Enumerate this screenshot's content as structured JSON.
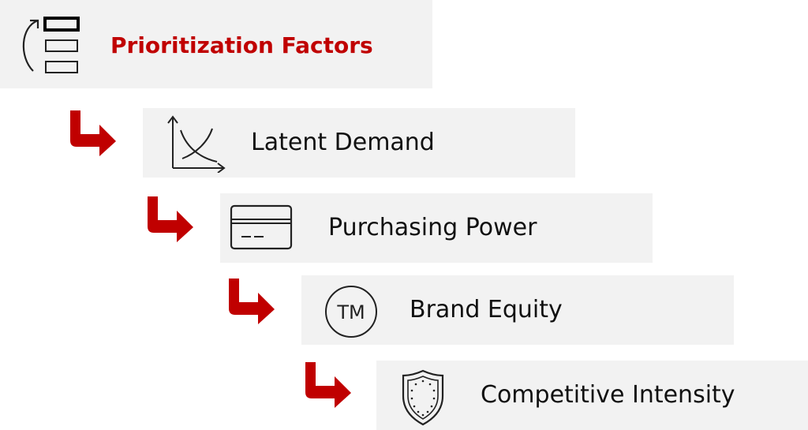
{
  "colors": {
    "accent": "#c00000",
    "box_fill": "#f2f2f2",
    "text": "#111111"
  },
  "header": {
    "title": "Prioritization Factors",
    "icon": "prioritize-list-icon"
  },
  "steps": [
    {
      "label": "Latent Demand",
      "icon": "demand-curve-icon"
    },
    {
      "label": "Purchasing Power",
      "icon": "credit-card-icon"
    },
    {
      "label": "Brand Equity",
      "icon": "trademark-icon"
    },
    {
      "label": "Competitive Intensity",
      "icon": "shield-icon"
    }
  ],
  "connector_icon": "elbow-arrow-icon"
}
